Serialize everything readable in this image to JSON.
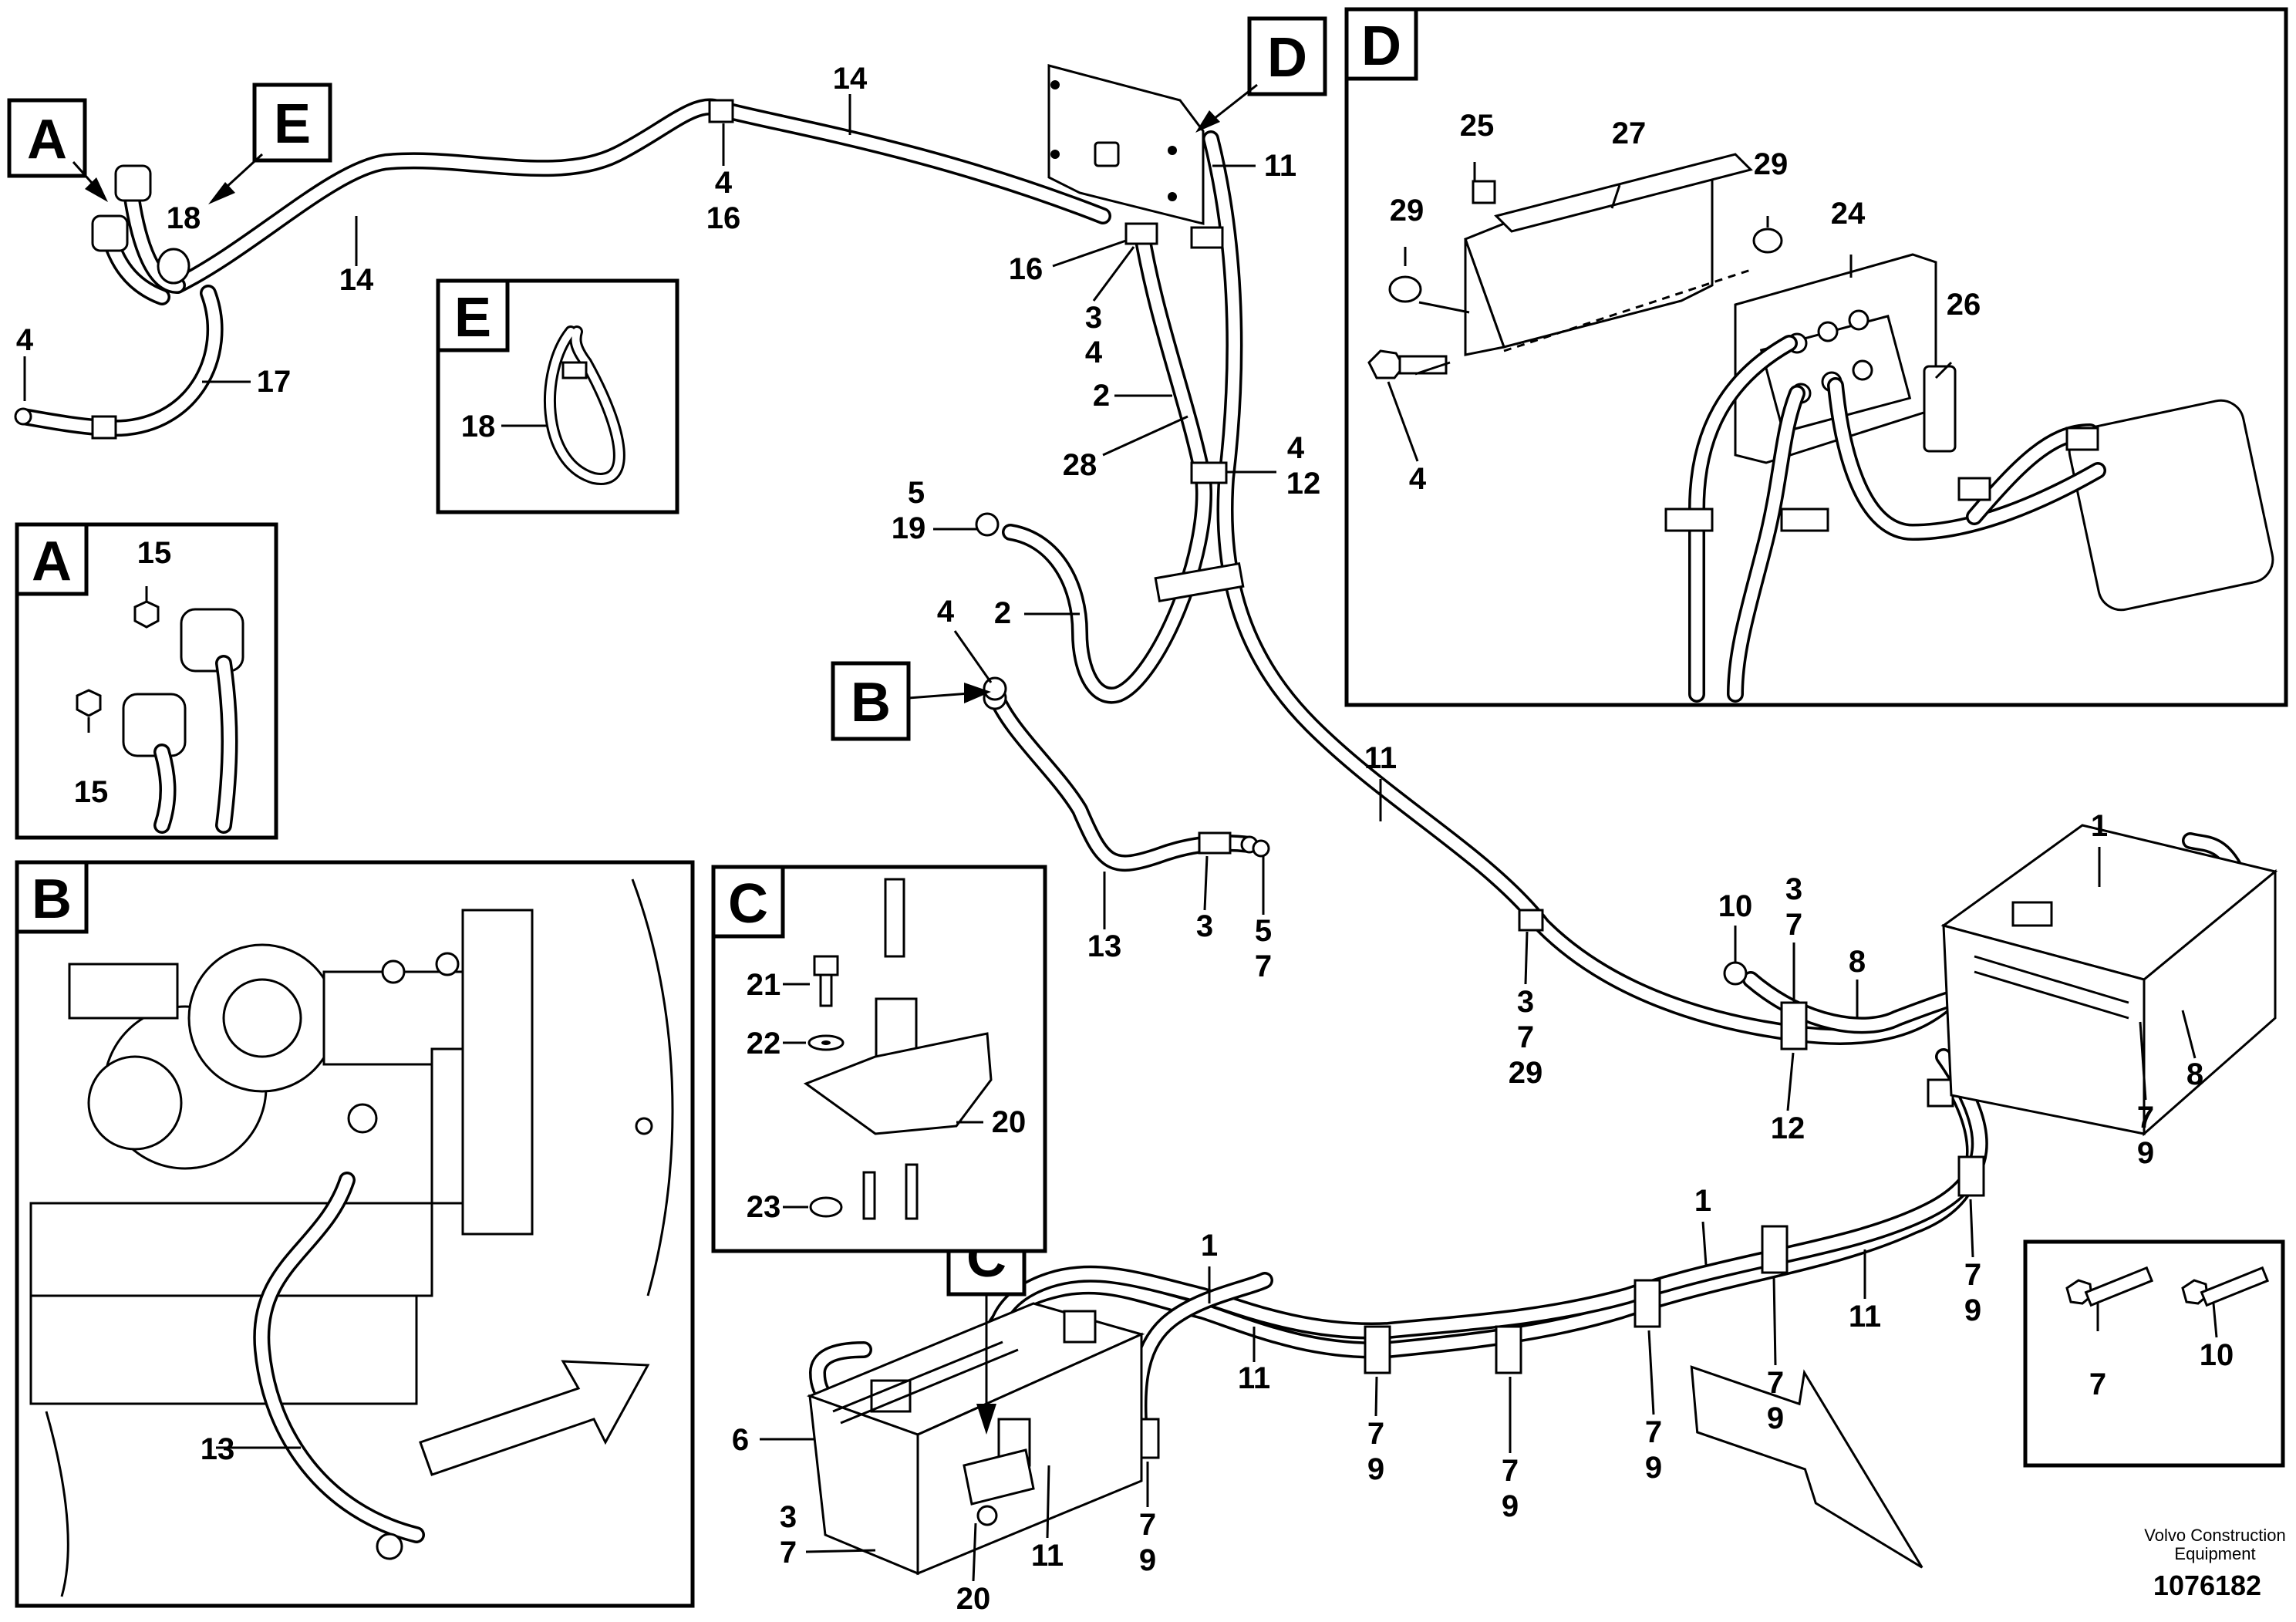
{
  "diagram": {
    "callouts": {
      "A": "A",
      "B": "B",
      "C": "C",
      "D": "D",
      "E": "E"
    },
    "labels": {
      "l1a": "1",
      "l1b": "1",
      "l1c": "1",
      "l2a": "2",
      "l2b": "2",
      "l3a": "3",
      "l3b": "3",
      "l3c": "3",
      "l3d": "3",
      "l3e": "3",
      "l4a": "4",
      "l4b": "4",
      "l4c": "4",
      "l4d": "4",
      "l4e": "4",
      "l4f": "4",
      "l5a": "5",
      "l5b": "5",
      "l6": "6",
      "l7a": "7",
      "l7b": "7",
      "l7c": "7",
      "l7d": "7",
      "l7e": "7",
      "l7f": "7",
      "l7g": "7",
      "l7h": "7",
      "l7i": "7",
      "l7j": "7",
      "l7k": "7",
      "l7l": "7",
      "l8a": "8",
      "l8b": "8",
      "l9a": "9",
      "l9b": "9",
      "l9c": "9",
      "l9d": "9",
      "l9e": "9",
      "l9f": "9",
      "l9g": "9",
      "l10a": "10",
      "l10b": "10",
      "l11a": "11",
      "l11b": "11",
      "l11c": "11",
      "l11d": "11",
      "l11e": "11",
      "l12a": "12",
      "l12b": "12",
      "l13a": "13",
      "l13b": "13",
      "l14a": "14",
      "l14b": "14",
      "l15a": "15",
      "l15b": "15",
      "l16a": "16",
      "l16b": "16",
      "l17": "17",
      "l18a": "18",
      "l18b": "18",
      "l19": "19",
      "l20a": "20",
      "l20b": "20",
      "l21": "21",
      "l22": "22",
      "l23": "23",
      "l24": "24",
      "l25": "25",
      "l26": "26",
      "l27": "27",
      "l28": "28",
      "l29a": "29",
      "l29b": "29",
      "l29c": "29"
    },
    "footer": {
      "brand_line1": "Volvo Construction",
      "brand_line2": "Equipment",
      "doc_number": "1076182"
    }
  }
}
